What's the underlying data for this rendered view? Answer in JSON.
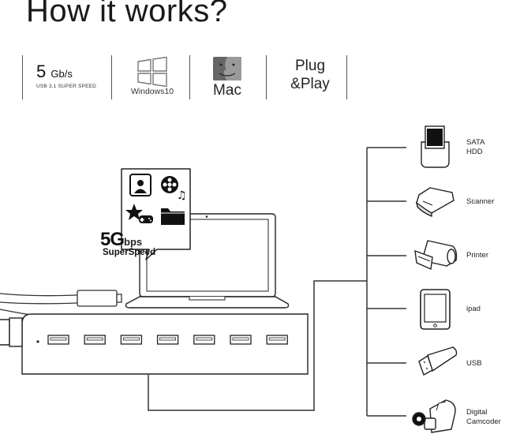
{
  "title": "How it works?",
  "features": {
    "speed": {
      "value": "5",
      "unit": "Gb/s",
      "subtitle": "USB 3.1 SUPER SPEED"
    },
    "windows": {
      "label": "Windows10"
    },
    "mac": {
      "label": "Mac"
    },
    "plug": {
      "line1": "Plug",
      "line2": "&Play"
    }
  },
  "badge": {
    "value": "5G",
    "unit": "bps",
    "subtitle": "SuperSpeed"
  },
  "hub": {
    "port_count": 7
  },
  "devices": [
    {
      "name": "sata-hdd",
      "line1": "SATA",
      "line2": "HDD",
      "icon": "hdd-dock-icon"
    },
    {
      "name": "scanner",
      "line1": "Scanner",
      "line2": "",
      "icon": "scanner-icon"
    },
    {
      "name": "printer",
      "line1": "Printer",
      "line2": "",
      "icon": "printer-icon"
    },
    {
      "name": "ipad",
      "line1": "ipad",
      "line2": "",
      "icon": "tablet-icon"
    },
    {
      "name": "usb",
      "line1": "USB",
      "line2": "",
      "icon": "usb-stick-icon"
    },
    {
      "name": "camcorder",
      "line1": "Digital",
      "line2": "Camcoder",
      "icon": "camcorder-icon"
    }
  ]
}
